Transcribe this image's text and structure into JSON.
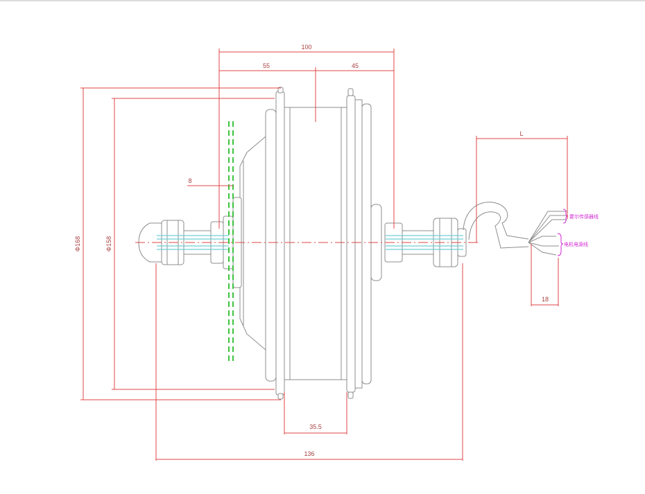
{
  "dimensions": {
    "overall_width": "100",
    "left_width": "55",
    "right_width": "45",
    "cable_length": "L",
    "outer_diameter": "Φ168",
    "inner_diameter": "Φ158",
    "flange_offset": "8",
    "rim_width": "35.5",
    "axle_length": "136",
    "wire_strip": "18"
  },
  "wire_labels": {
    "hall": "霍尔传感器线",
    "phase": "电机电源线"
  },
  "colors": {
    "dimension": "#e04646",
    "outline": "#8c8c8c",
    "centerline_green": "#3cc43c",
    "axle_wires": "#6fcfd6",
    "wire_labels": "#d22ad2"
  }
}
